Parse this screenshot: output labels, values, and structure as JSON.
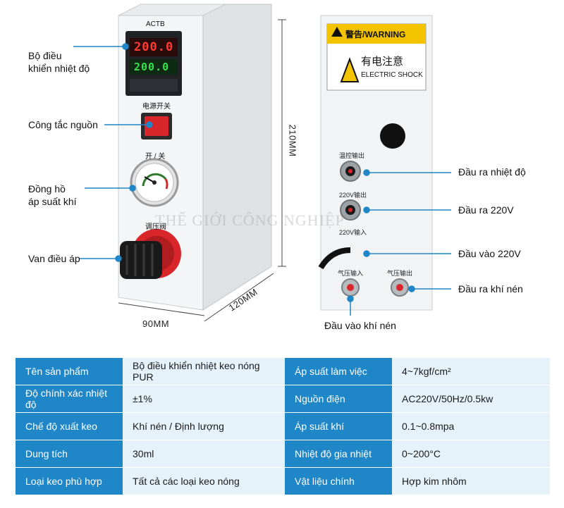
{
  "front_box": {
    "controller_brand": "ACTB",
    "display_top": "200.0",
    "display_bottom": "200.0",
    "switch_label": "电源开关",
    "switch_onoff": "开 / 关",
    "gauge_label": "调压阀"
  },
  "dimensions": {
    "width": "90MM",
    "depth": "120MM",
    "height": "210MM"
  },
  "left_callouts": {
    "temp_controller": [
      "Bộ điều",
      "khiển nhiệt độ"
    ],
    "power_switch": "Công tắc nguồn",
    "pressure_gauge": [
      "Đồng hồ",
      "áp suất khí"
    ],
    "regulator_valve": "Van điều áp"
  },
  "back_panel": {
    "warning_title": "警告/WARNING",
    "warning_cn": "有电注意",
    "warning_en": "ELECTRIC SHOCK",
    "port_temp_out": "温控输出",
    "port_220_out": "220V输出",
    "port_220_in": "220V输入",
    "port_air_in": "气压输入",
    "port_air_out": "气压输出"
  },
  "right_callouts": {
    "temp_out": "Đầu ra nhiệt độ",
    "v220_out": "Đầu ra 220V",
    "v220_in": "Đầu vào 220V",
    "air_out": "Đầu ra khí nén",
    "air_in": "Đầu vào khí nén"
  },
  "watermark": "THẾ GIỚI CÔNG NGHIỆP",
  "specs": [
    {
      "l1": "Tên sản phẩm",
      "v1": "Bộ điều khiển nhiệt keo nóng PUR",
      "l2": "Áp suất làm việc",
      "v2": "4~7kgf/cm²"
    },
    {
      "l1": "Độ chính xác nhiệt độ",
      "v1": "±1%",
      "l2": "Nguồn điện",
      "v2": "AC220V/50Hz/0.5kw"
    },
    {
      "l1": "Chế độ xuất keo",
      "v1": "Khí nén / Định lượng",
      "l2": "Áp suất khí",
      "v2": "0.1~0.8mpa"
    },
    {
      "l1": "Dung tích",
      "v1": "30ml",
      "l2": "Nhiệt độ gia nhiệt",
      "v2": "0~200°C"
    },
    {
      "l1": "Loại keo phù hợp",
      "v1": "Tất cả các loại keo nóng",
      "l2": "Vật liệu chính",
      "v2": "Hợp kim nhôm"
    }
  ],
  "colors": {
    "accent_blue": "#1f86c7",
    "table_value_bg": "#e6f2fa",
    "warning_yellow": "#f3c300",
    "switch_red": "#d8262a"
  }
}
